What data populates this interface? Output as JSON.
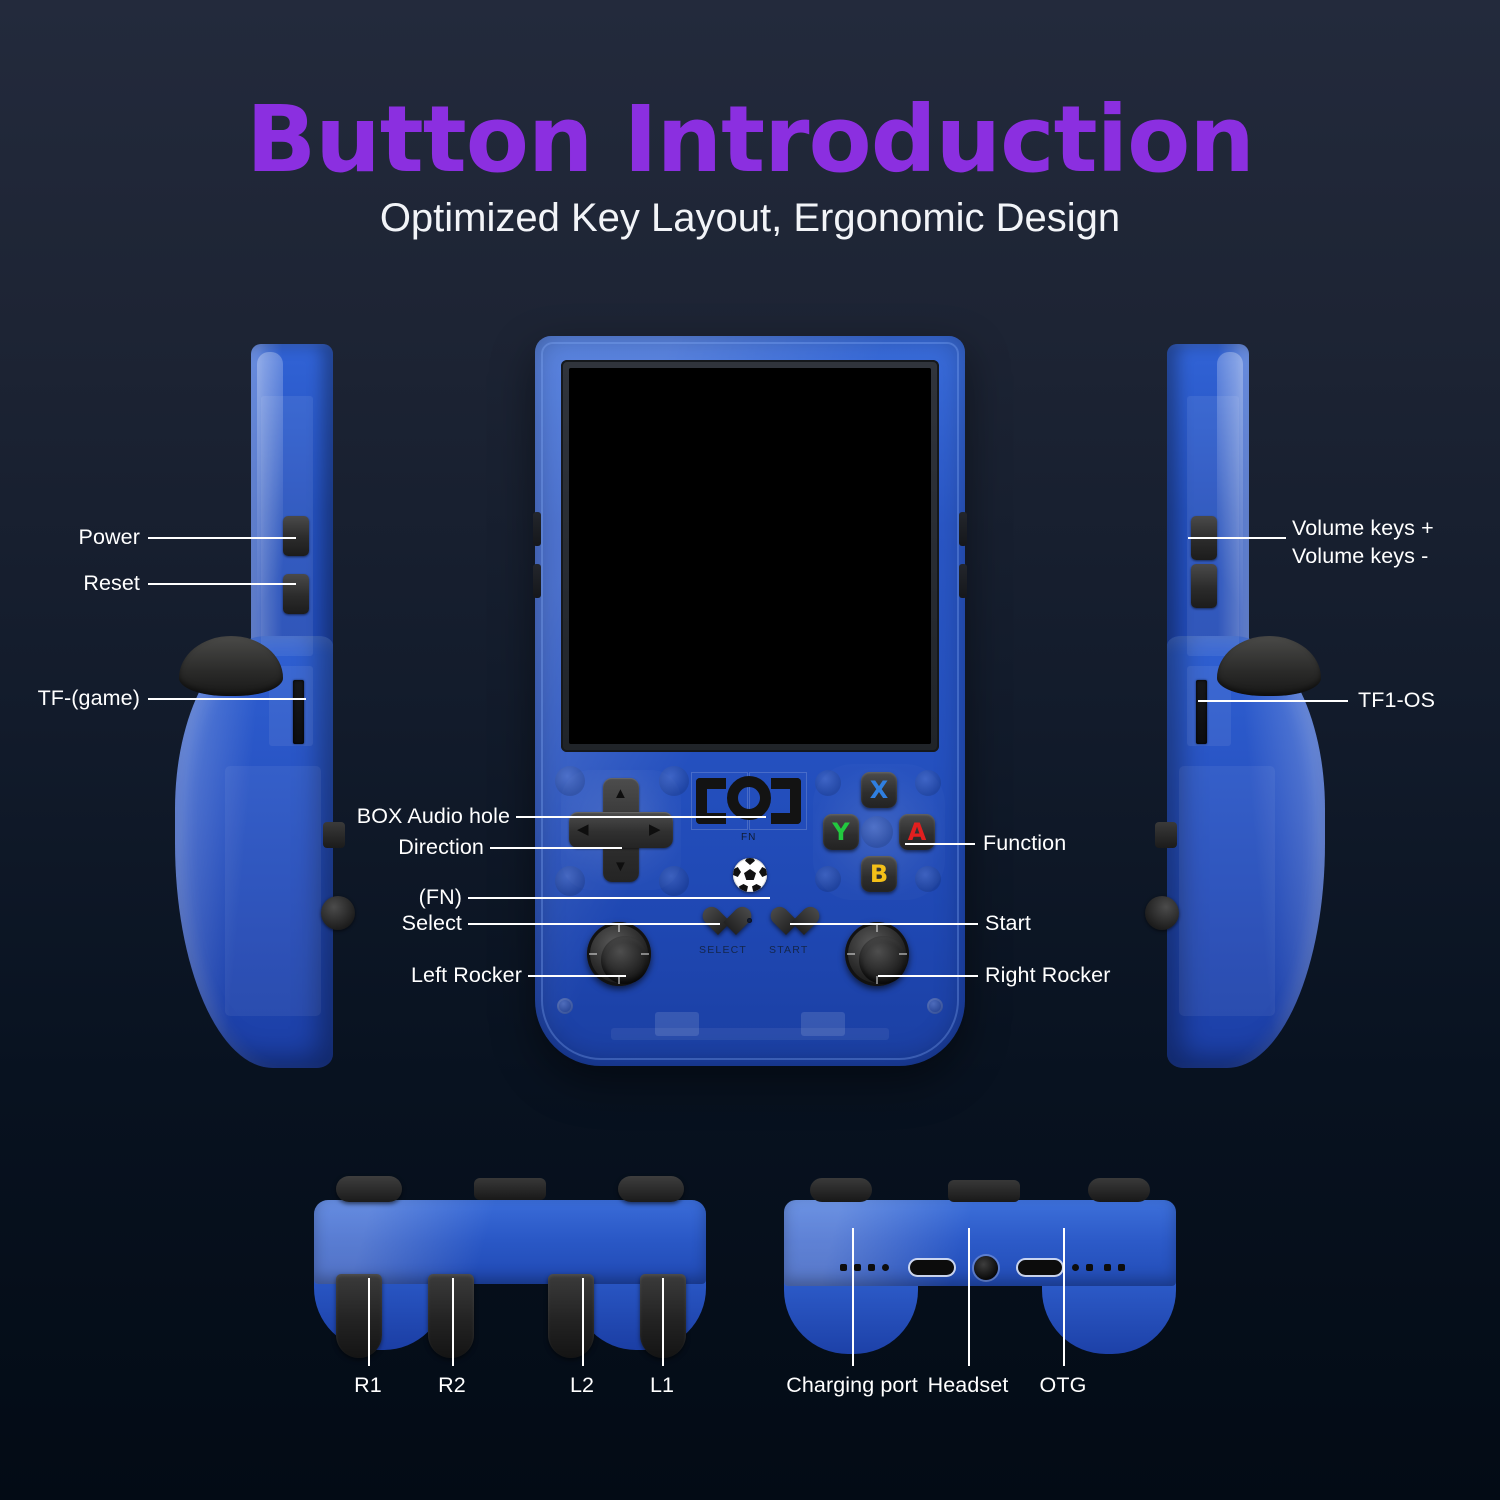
{
  "header": {
    "title": "Button Introduction",
    "subtitle": "Optimized Key Layout, Ergonomic Design",
    "title_color": "#8b2fe0",
    "subtitle_color": "#f2f4f8"
  },
  "theme": {
    "background_top": "#232a3c",
    "background_bottom": "#030b15",
    "device_blue": "#2a57c6",
    "screen_color": "#000000",
    "callout_line_color": "#ffffff"
  },
  "callouts": {
    "left_side": [
      {
        "label": "Power"
      },
      {
        "label": "Reset"
      },
      {
        "label": "TF-(game)"
      }
    ],
    "right_side": [
      {
        "label_line1": "Volume keys +",
        "label_line2": "Volume keys -"
      },
      {
        "label": "TF1-OS"
      }
    ],
    "front_left": [
      {
        "label": "BOX Audio hole"
      },
      {
        "label": "Direction"
      },
      {
        "label": "(FN)"
      },
      {
        "label": "Select"
      },
      {
        "label": "Left Rocker"
      }
    ],
    "front_right": [
      {
        "label": "Function"
      },
      {
        "label": "Start"
      },
      {
        "label": "Right Rocker"
      }
    ],
    "top_view": [
      {
        "label": "R1"
      },
      {
        "label": "R2"
      },
      {
        "label": "L2"
      },
      {
        "label": "L1"
      }
    ],
    "bottom_view": [
      {
        "label": "Charging port"
      },
      {
        "label": "Headset"
      },
      {
        "label": "OTG"
      }
    ]
  },
  "front_panel": {
    "face_buttons": [
      {
        "letter": "X",
        "color": "#2f7fe0"
      },
      {
        "letter": "Y",
        "color": "#22c93f"
      },
      {
        "letter": "A",
        "color": "#e21f1f"
      },
      {
        "letter": "B",
        "color": "#f4c018"
      }
    ],
    "fn_marking": "FN",
    "select_marking": "SELECT",
    "start_marking": "START",
    "dpad_glyphs": {
      "up": "▲",
      "down": "▼",
      "left": "◀",
      "right": "▶"
    }
  }
}
